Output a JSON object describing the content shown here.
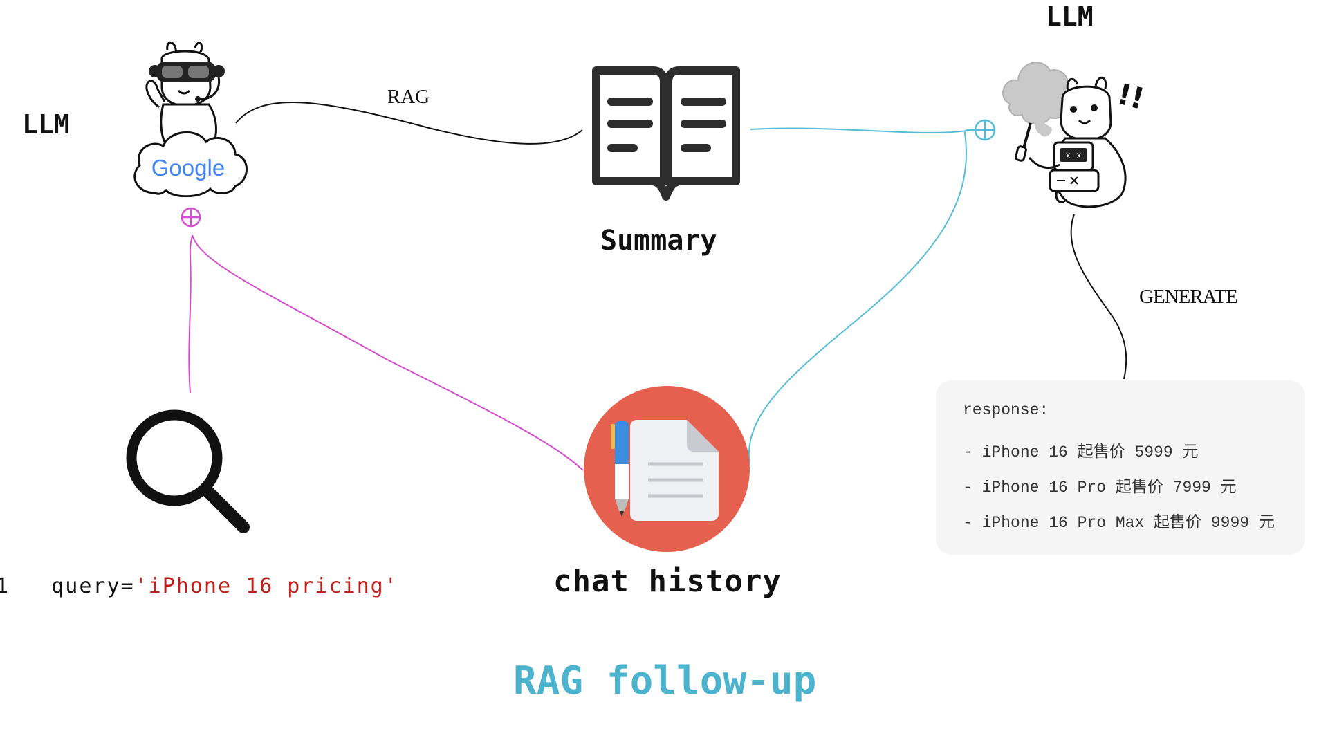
{
  "diagram": {
    "title": "RAG follow-up",
    "nodes": {
      "llm_left": {
        "label": "LLM",
        "logo_text": "Google"
      },
      "summary": {
        "label": "Summary"
      },
      "llm_right": {
        "label": "LLM",
        "exclaim": "!!"
      },
      "search": {
        "query_prefix": "query=",
        "query_value": "'iPhone 16 pricing'",
        "left_fragment": "1"
      },
      "chat_history": {
        "label": "chat history"
      }
    },
    "edges": {
      "rag": "RAG",
      "generate": "GENERATE"
    },
    "response": {
      "title": "response:",
      "lines": [
        "- iPhone 16 起售价 5999 元",
        "- iPhone 16 Pro 起售价 7999 元",
        "- iPhone 16 Pro Max 起售价 9999 元"
      ]
    }
  },
  "colors": {
    "accent_title": "#4cb3cf",
    "magenta_edge": "#d44ccb",
    "cyan_edge": "#55bcd8",
    "chat_circle": "#e6604f",
    "query_string": "#c0201b"
  },
  "icons": [
    "llama-with-vr-headset-icon",
    "google-cloud-icon",
    "open-book-icon",
    "llama-with-broken-robot-icon",
    "magnifier-icon",
    "document-with-pen-icon",
    "plus-circle-icon"
  ]
}
